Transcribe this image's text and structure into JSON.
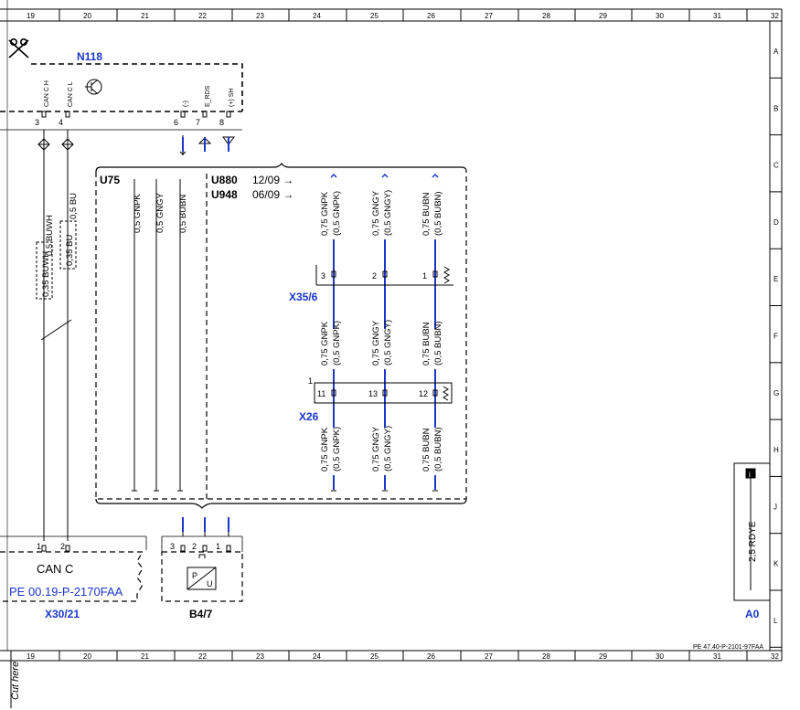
{
  "colors": {
    "wire_blue": "#1a37c8",
    "line": "#000000",
    "label_blue": "#1a37c8"
  },
  "frame": {
    "columns": [
      "19",
      "20",
      "21",
      "22",
      "23",
      "24",
      "25",
      "26",
      "27",
      "28",
      "29",
      "30",
      "31",
      "32"
    ],
    "rows": [
      "A",
      "B",
      "C",
      "D",
      "E",
      "F",
      "G",
      "H",
      "J",
      "K",
      "L"
    ],
    "doc_ref": "PE 47.40-P-2101-97FAA",
    "cut_here": "Cut here"
  },
  "components": {
    "n118": {
      "name": "N118",
      "pins": [
        "CAN C H",
        "CAN C L",
        "(-)",
        "E_RDS",
        "(+) SH"
      ],
      "pin_numbers": [
        "3",
        "4",
        "6",
        "7",
        "8"
      ]
    },
    "u75": {
      "code": "U75",
      "wires": [
        "0,5 GNPK",
        "0,5 GNGY",
        "0,5 BUBN"
      ]
    },
    "u880": {
      "code": "U880",
      "date": "12/09 →"
    },
    "u948": {
      "code": "U948",
      "date": "06/09 →"
    },
    "left_wires": {
      "outer": [
        "0,5 BUWH",
        "0,5 BU"
      ],
      "inner": [
        "0,35 BUWH",
        "0,35 BU"
      ]
    },
    "wires_a": [
      {
        "size": "0,75 GNPK",
        "alt": "(0,5 GNPK)"
      },
      {
        "size": "0,75 GNGY",
        "alt": "(0,5 GNGY)"
      },
      {
        "size": "0,75 BUBN",
        "alt": "(0,5 BUBN)"
      }
    ],
    "x35_6": {
      "name": "X35/6",
      "pins": [
        "3",
        "2",
        "1"
      ]
    },
    "x26": {
      "name": "X26",
      "pins": [
        "11",
        "13",
        "12"
      ],
      "marker": "1"
    },
    "x30_21": {
      "name": "X30/21",
      "label": "CAN C",
      "pins": [
        "1",
        "2"
      ],
      "ref": "PE 00.19-P-2170FAA"
    },
    "b4_7": {
      "name": "B4/7",
      "pins": [
        "3",
        "2",
        "1"
      ],
      "sensor_p": "P",
      "sensor_u": "U"
    },
    "a0": {
      "name": "A0",
      "wire": "2,5 RDYE"
    }
  }
}
